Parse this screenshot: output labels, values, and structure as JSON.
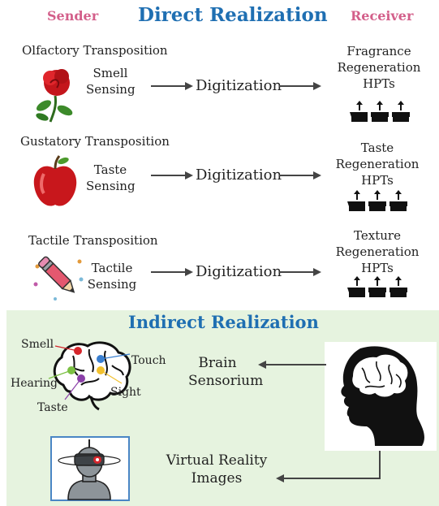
{
  "header": {
    "sender": "Sender",
    "title": "Direct Realization",
    "receiver": "Receiver"
  },
  "rows": [
    {
      "transposition": "Olfactory Transposition",
      "sensing_line1": "Smell",
      "sensing_line2": "Sensing",
      "digitization": "Digitization",
      "receiver_line1": "Fragrance",
      "receiver_line2": "Regeneration",
      "receiver_line3": "HPTs",
      "icon": "rose-icon"
    },
    {
      "transposition": "Gustatory Transposition",
      "sensing_line1": "Taste",
      "sensing_line2": "Sensing",
      "digitization": "Digitization",
      "receiver_line1": "Taste",
      "receiver_line2": "Regeneration",
      "receiver_line3": "HPTs",
      "icon": "apple-icon"
    },
    {
      "transposition": "Tactile Transposition",
      "sensing_line1": "Tactile",
      "sensing_line2": "Sensing",
      "digitization": "Digitization",
      "receiver_line1": "Texture",
      "receiver_line2": "Regeneration",
      "receiver_line3": "HPTs",
      "icon": "pencil-icon"
    }
  ],
  "indirect": {
    "title": "Indirect Realization",
    "brain_labels": {
      "smell": "Smell",
      "touch": "Touch",
      "hearing": "Hearing",
      "sight": "Sight",
      "taste": "Taste"
    },
    "brain_sensorium_line1": "Brain",
    "brain_sensorium_line2": "Sensorium",
    "vr_line1": "Virtual Reality",
    "vr_line2": "Images"
  },
  "colors": {
    "sender_header": "#d35f8a",
    "title": "#1f6fb2",
    "panel_bg": "#e6f3df",
    "arrow": "#444444"
  }
}
